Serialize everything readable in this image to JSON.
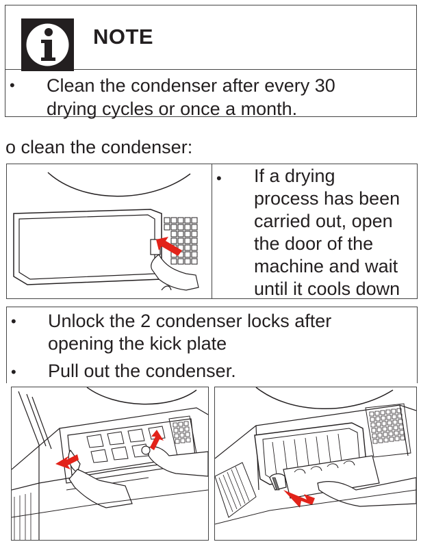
{
  "note": {
    "icon": "info-icon",
    "title": "NOTE",
    "bullet": "•",
    "text_line1": "Clean the condenser after every 30",
    "text_line2": "drying cycles or once a month."
  },
  "intro": "o clean the condenser:",
  "step1": {
    "image": "condenser-cover-illustration",
    "bullet": "•",
    "lines": [
      "If a drying",
      "process has been",
      "carried out, open",
      "the door of the",
      "machine and wait",
      "until it cools down"
    ]
  },
  "step2": {
    "bullet": "•",
    "line1": "Unlock the 2 condenser locks after",
    "line2": "opening the kick plate"
  },
  "step3": {
    "bullet": "•",
    "text": "Pull out the condenser."
  },
  "figures": [
    "unlock-locks-illustration",
    "pull-out-condenser-illustration"
  ],
  "colors": {
    "text": "#231f20",
    "arrow": "#e2231a",
    "border": "#444444"
  }
}
